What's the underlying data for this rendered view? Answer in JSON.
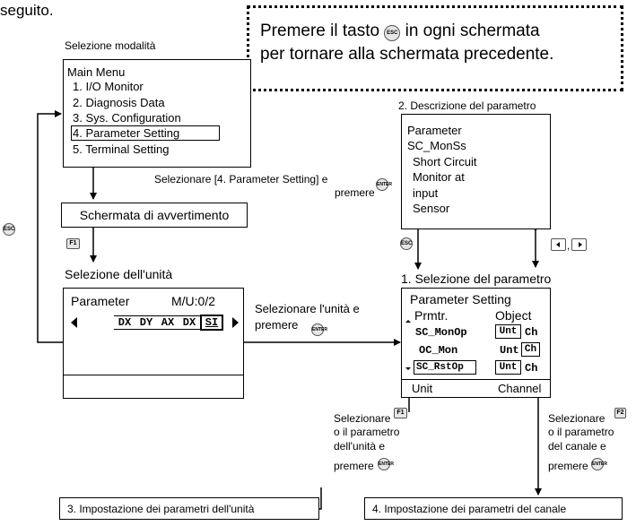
{
  "top_text": "seguito.",
  "callout": {
    "line1_before": "Premere il tasto",
    "line1_after": "in ogni schermata",
    "line2": "per tornare alla schermata precedente."
  },
  "keys": {
    "esc": "ESC",
    "enter": "ENTER",
    "f1": "F1",
    "f2": "F2"
  },
  "mode_selection": {
    "label": "Selezione modalità",
    "title": "Main Menu",
    "items": [
      "1. I/O Monitor",
      "2. Diagnosis Data",
      "3. Sys. Configuration",
      "4. Parameter Setting",
      "5. Terminal Setting"
    ],
    "selected_index": 3
  },
  "instruction_select_param": {
    "line1": "Selezionare [4. Parameter Setting] e",
    "line2": "premere"
  },
  "warning_screen": "Schermata di avvertimento",
  "unit_selection": {
    "label": "Selezione dell'unità",
    "title": "Parameter",
    "mu": "M/U:0/2",
    "units": [
      "DX",
      "DY",
      "AX",
      "DX",
      "SI"
    ],
    "selected_unit_index": 4
  },
  "instruction_select_unit": {
    "line1": "Selezionare l'unità e",
    "line2": "premere"
  },
  "param_description": {
    "label": "2. Descrizione del parametro",
    "lines": [
      "Parameter",
      "SC_MonSs",
      "Short Circuit",
      "Monitor at",
      "input",
      "Sensor"
    ]
  },
  "param_selection": {
    "label": "1. Selezione del parametro",
    "title": "Parameter Setting",
    "col_prmtr": "Prmtr.",
    "col_object": "Object",
    "rows": [
      {
        "name": "SC_MonOp",
        "unit": "Unt",
        "ch": "Ch"
      },
      {
        "name": "OC_Mon",
        "unit": "Unt",
        "ch": "Ch"
      },
      {
        "name": "SC_RstOp",
        "unit": "Unt",
        "ch": "Ch"
      }
    ],
    "footer_left": "Unit",
    "footer_right": "Channel"
  },
  "instruction_unit_param": {
    "line1": "Selezionare",
    "line2": "o il parametro",
    "line3": "dell'unità e",
    "line4": "premere"
  },
  "instruction_channel_param": {
    "line1": "Selezionare",
    "line2": "o il parametro",
    "line3": "del canale e",
    "line4": "premere"
  },
  "unit_param_setting": "3. Impostazione dei parametri dell'unità",
  "channel_param_setting": "4. Impostazione dei parametri del canale"
}
